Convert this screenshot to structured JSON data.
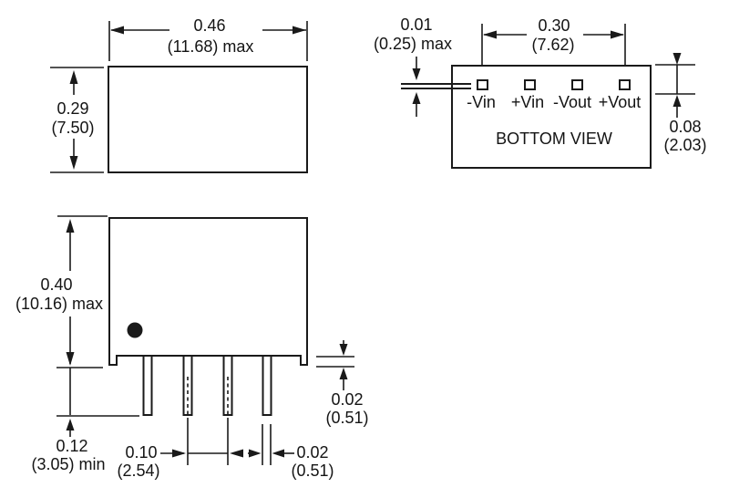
{
  "drawing": {
    "kind": "package-outline-dimension-drawing",
    "line_color": "#1a1a1a",
    "background_color": "#ffffff"
  },
  "side_view": {
    "width_in": "0.46",
    "width_mm": "(11.68) max",
    "height_in": "0.29",
    "height_mm": "(7.50)"
  },
  "bottom_view": {
    "caption": "BOTTOM VIEW",
    "lead_thickness_in": "0.01",
    "lead_thickness_mm": "(0.25) max",
    "pin_span_in": "0.30",
    "pin_span_mm": "(7.62)",
    "edge_to_pin_in": "0.08",
    "edge_to_pin_mm": "(2.03)",
    "pins": [
      {
        "label": "-Vin"
      },
      {
        "label": "+Vin"
      },
      {
        "label": "-Vout"
      },
      {
        "label": "+Vout"
      }
    ]
  },
  "front_view": {
    "body_height_in": "0.40",
    "body_height_mm": "(10.16) max",
    "lead_length_in": "0.12",
    "lead_length_mm": "(3.05) min",
    "lead_pitch_in": "0.10",
    "lead_pitch_mm": "(2.54)",
    "lead_width_in": "0.02",
    "lead_width_mm": "(0.51)",
    "standoff_in": "0.02",
    "standoff_mm": "(0.51)"
  }
}
